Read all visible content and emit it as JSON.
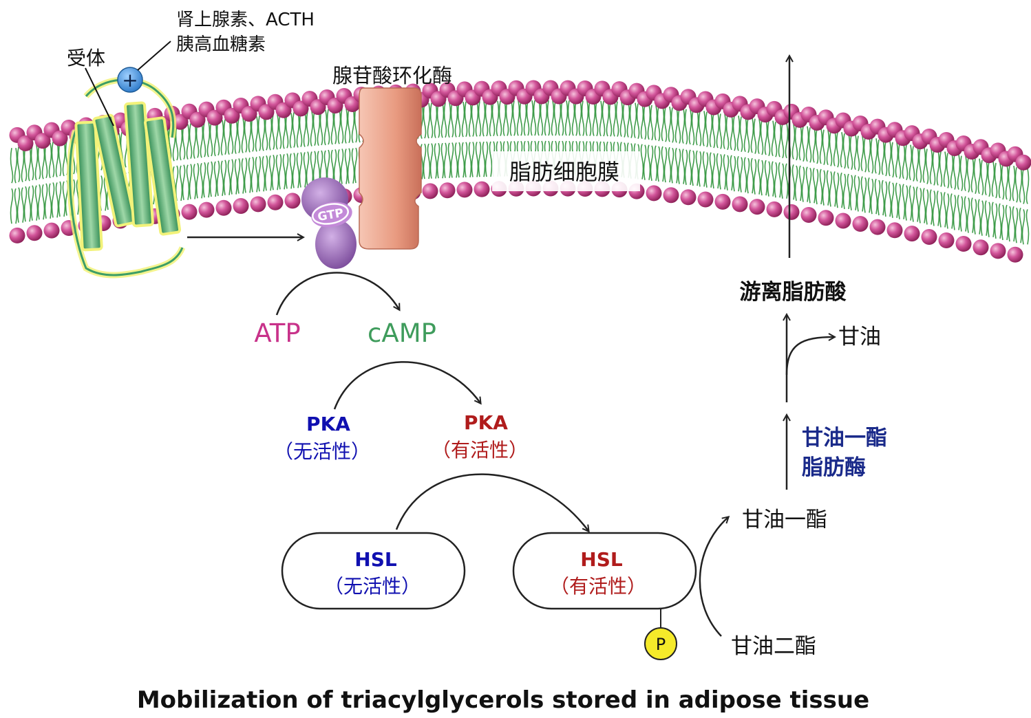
{
  "colors": {
    "head": "#c8407e",
    "tail": "#3f9c4a",
    "receptor": "#3d9e66",
    "receptor_glow": "#f2f27a",
    "g_protein": "#9b6bb8",
    "adenylate_cyclase": "#e59a80",
    "atp": "#c8328a",
    "camp": "#3f9c5c",
    "inactive": "#1010b0",
    "active": "#b01c1c",
    "enzyme": "#1a2a8a",
    "phosphate": "#f5ea2a",
    "plus_badge": "#3a8fd8"
  },
  "labels": {
    "hormones_line1": "肾上腺素、ACTH",
    "hormones_line2": "胰高血糖素",
    "receptor": "受体",
    "adenylate_cyclase": "腺苷酸环化酶",
    "membrane": "脂肪细胞膜",
    "gtp": "GTP",
    "atp": "ATP",
    "camp": "cAMP",
    "pka_inactive": "PKA",
    "pka_inactive_state": "（无活性）",
    "pka_active": "PKA",
    "pka_active_state": "（有活性）",
    "hsl_inactive": "HSL",
    "hsl_inactive_state": "（无活性）",
    "hsl_active": "HSL",
    "hsl_active_state": "（有活性）",
    "phosphate": "P",
    "plus": "+",
    "diacylglycerol": "甘油二酯",
    "monoacylglycerol": "甘油一酯",
    "mag_lipase_line1": "甘油一酯",
    "mag_lipase_line2": "脂肪酶",
    "glycerol": "甘油",
    "free_fatty_acid": "游离脂肪酸",
    "caption": "Mobilization of triacylglycerols stored in adipose tissue"
  }
}
